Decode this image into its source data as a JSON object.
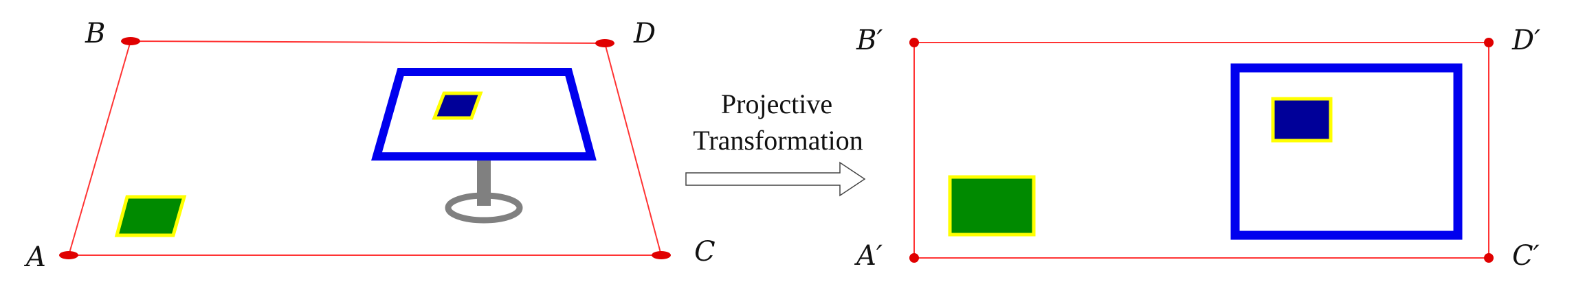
{
  "source_points": {
    "a": "A",
    "b": "B",
    "c": "C",
    "d": "D"
  },
  "target_points": {
    "a": "A′",
    "b": "B′",
    "c": "C′",
    "d": "D′"
  },
  "arrow": {
    "line1": "Projective",
    "line2": "Transformation"
  },
  "colors": {
    "plane_outline": "#ff3333",
    "point": "#e00000",
    "picture_frame": "#0000ee",
    "green_card": "#008a00",
    "blue_card": "#000099",
    "card_border": "#ffff00",
    "stand": "#808080"
  }
}
